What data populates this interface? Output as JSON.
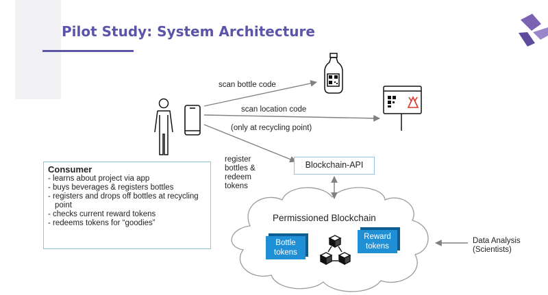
{
  "slide": {
    "title": "Pilot Study: System Architecture"
  },
  "icons": {
    "logo": "purple-geometric-logo-icon",
    "person": "person-icon",
    "phone": "smartphone-icon",
    "bottle": "bottle-with-qr-code-icon",
    "sign": "recycling-sign-with-qr-code-icon",
    "blockchain": "blockchain-cubes-icon",
    "cloud": "cloud-icon"
  },
  "diagram": {
    "flow_labels": {
      "scan_bottle": "scan bottle code",
      "scan_location": "scan location code",
      "only_recycling": "(only at recycling point)",
      "register_lines": [
        "register",
        "bottles &",
        "redeem",
        "tokens"
      ]
    },
    "api_label": "Blockchain-API",
    "blockchain_label": "Permissioned Blockchain",
    "bottle_tokens_lines": [
      "Bottle",
      "tokens"
    ],
    "reward_tokens_lines": [
      "Reward",
      "tokens"
    ],
    "data_analysis_lines": [
      "Data Analysis",
      "(Scientists)"
    ]
  },
  "consumer": {
    "title": "Consumer",
    "items": [
      "learns about project via app",
      "buys beverages & registers bottles",
      "registers and drops off bottles at recycling point",
      "checks current reward tokens",
      "redeems tokens for “goodies”"
    ]
  },
  "colors": {
    "title": "#5b54a8",
    "box_border": "#8fc3e0",
    "token_fill": "#1f8fd6",
    "token_shadow": "#0b5f96",
    "arrow": "#808080",
    "logo": "#7b63b4"
  }
}
